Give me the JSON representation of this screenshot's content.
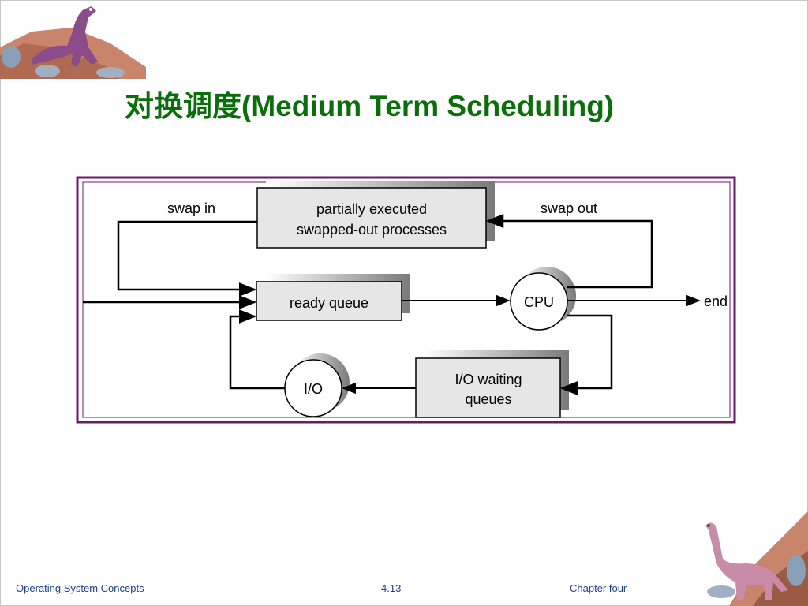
{
  "slide": {
    "title": "对换调度(Medium Term Scheduling)"
  },
  "diagram": {
    "nodes": {
      "swapped_out": [
        "partially executed",
        "swapped-out processes"
      ],
      "ready_queue": "ready queue",
      "cpu": "CPU",
      "io": "I/O",
      "io_waiting": [
        "I/O waiting",
        "queues"
      ]
    },
    "edge_labels": {
      "swap_in": "swap in",
      "swap_out": "swap out",
      "end": "end"
    }
  },
  "footer": {
    "left": "Operating System Concepts",
    "center": "4.13",
    "right": "Chapter four"
  },
  "colors": {
    "title": "#0a6e0a",
    "frame": "#6a1a6a",
    "footer": "#1f3f8f",
    "box_fill": "#e6e6e6"
  }
}
